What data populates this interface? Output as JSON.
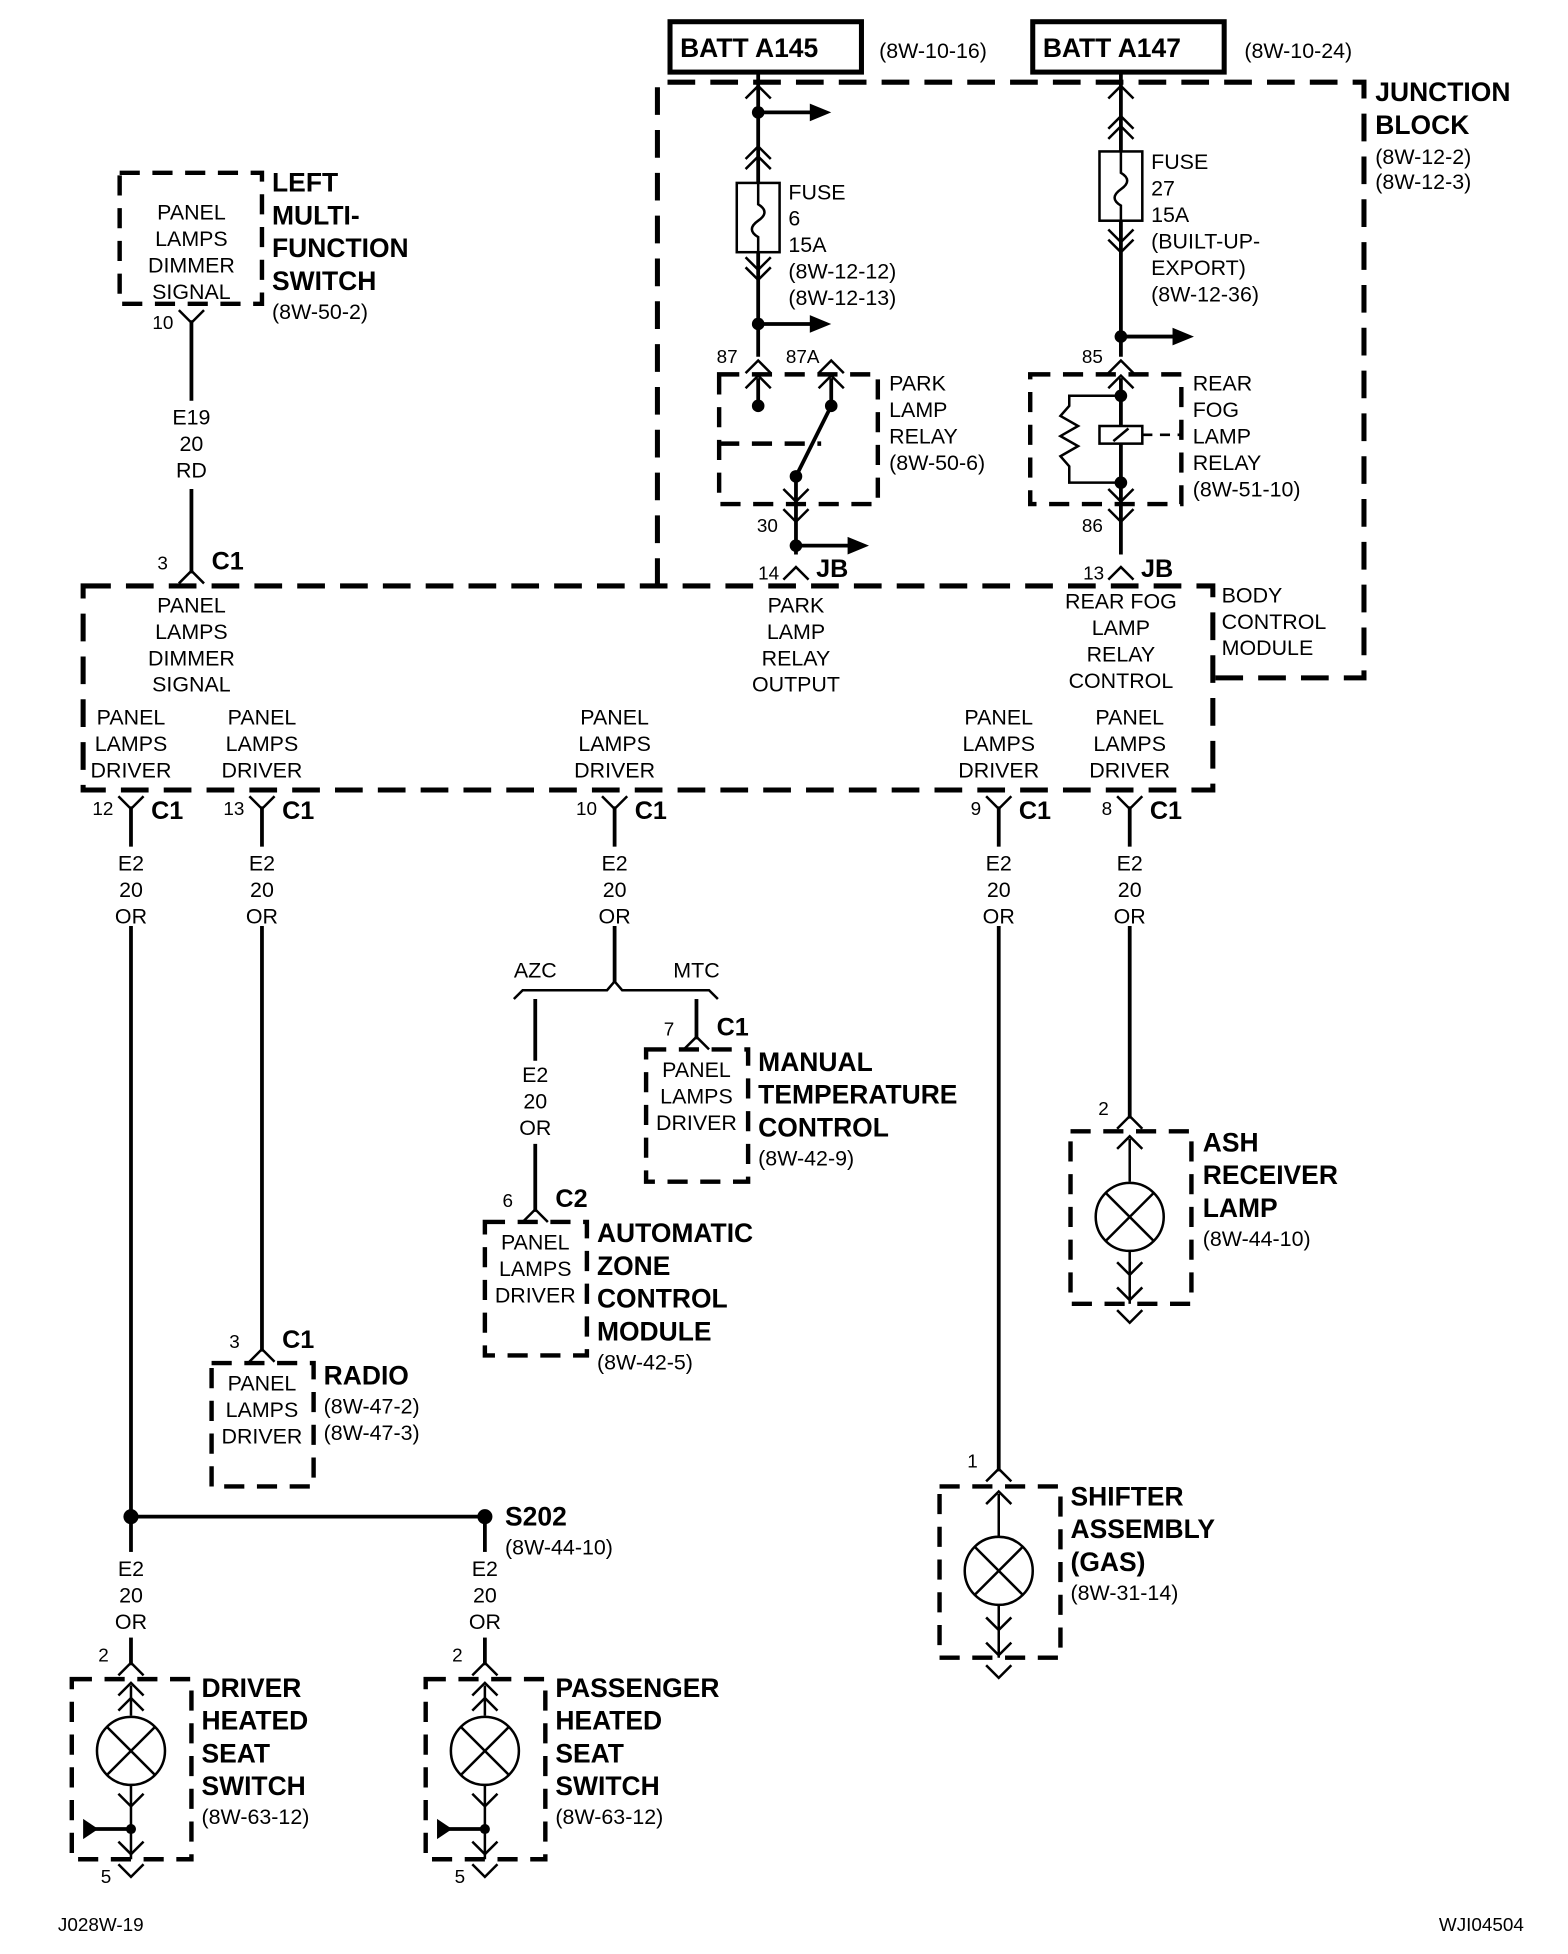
{
  "batteries": [
    {
      "label": "BATT A145",
      "ref": "(8W-10-16)"
    },
    {
      "label": "BATT A147",
      "ref": "(8W-10-24)"
    }
  ],
  "junction_block": {
    "title": [
      "JUNCTION",
      "BLOCK"
    ],
    "refs": [
      "(8W-12-2)",
      "(8W-12-3)"
    ]
  },
  "fuse6": {
    "lines": [
      "FUSE",
      "6",
      "15A",
      "(8W-12-12)",
      "(8W-12-13)"
    ]
  },
  "fuse27": {
    "lines": [
      "FUSE",
      "27",
      "15A",
      "(BUILT-UP-",
      "EXPORT)",
      "(8W-12-36)"
    ]
  },
  "park_relay": {
    "lines": [
      "PARK",
      "LAMP",
      "RELAY",
      "(8W-50-6)"
    ],
    "pins": {
      "p87": "87",
      "p87a": "87A",
      "p30": "30"
    }
  },
  "fog_relay": {
    "lines": [
      "REAR",
      "FOG",
      "LAMP",
      "RELAY",
      "(8W-51-10)"
    ],
    "pins": {
      "p85": "85",
      "p86": "86"
    }
  },
  "lmfs": {
    "inner": [
      "PANEL",
      "LAMPS",
      "DIMMER",
      "SIGNAL"
    ],
    "title": [
      "LEFT",
      "MULTI-",
      "FUNCTION",
      "SWITCH"
    ],
    "ref": "(8W-50-2)",
    "pin": "10"
  },
  "wire_e19": [
    "E19",
    "20",
    "RD"
  ],
  "bcm": {
    "title": [
      "BODY",
      "CONTROL",
      "MODULE"
    ],
    "top_inputs": [
      {
        "pin": "3",
        "conn": "C1",
        "lines": [
          "PANEL",
          "LAMPS",
          "DIMMER",
          "SIGNAL"
        ]
      },
      {
        "pin": "14",
        "conn": "JB",
        "lines": [
          "PARK",
          "LAMP",
          "RELAY",
          "OUTPUT"
        ]
      },
      {
        "pin": "13",
        "conn": "JB",
        "lines": [
          "REAR FOG",
          "LAMP",
          "RELAY",
          "CONTROL"
        ]
      }
    ],
    "outputs": [
      {
        "pin": "12",
        "conn": "C1",
        "lines": [
          "PANEL",
          "LAMPS",
          "DRIVER"
        ]
      },
      {
        "pin": "13",
        "conn": "C1",
        "lines": [
          "PANEL",
          "LAMPS",
          "DRIVER"
        ]
      },
      {
        "pin": "10",
        "conn": "C1",
        "lines": [
          "PANEL",
          "LAMPS",
          "DRIVER"
        ]
      },
      {
        "pin": "9",
        "conn": "C1",
        "lines": [
          "PANEL",
          "LAMPS",
          "DRIVER"
        ]
      },
      {
        "pin": "8",
        "conn": "C1",
        "lines": [
          "PANEL",
          "LAMPS",
          "DRIVER"
        ]
      }
    ]
  },
  "wire_e2": [
    "E2",
    "20",
    "OR"
  ],
  "branch": {
    "left": "AZC",
    "right": "MTC"
  },
  "mtc": {
    "pin": "7",
    "conn": "C1",
    "inner": [
      "PANEL",
      "LAMPS",
      "DRIVER"
    ],
    "title": [
      "MANUAL",
      "TEMPERATURE",
      "CONTROL"
    ],
    "ref": "(8W-42-9)"
  },
  "azc": {
    "pin": "6",
    "conn": "C2",
    "inner": [
      "PANEL",
      "LAMPS",
      "DRIVER"
    ],
    "title": [
      "AUTOMATIC",
      "ZONE",
      "CONTROL",
      "MODULE"
    ],
    "ref": "(8W-42-5)"
  },
  "radio": {
    "pin": "3",
    "conn": "C1",
    "inner": [
      "PANEL",
      "LAMPS",
      "DRIVER"
    ],
    "title": [
      "RADIO"
    ],
    "refs": [
      "(8W-47-2)",
      "(8W-47-3)"
    ]
  },
  "ash": {
    "pin": "2",
    "title": [
      "ASH",
      "RECEIVER",
      "LAMP"
    ],
    "ref": "(8W-44-10)"
  },
  "shifter": {
    "pin": "1",
    "title": [
      "SHIFTER",
      "ASSEMBLY",
      "(GAS)"
    ],
    "ref": "(8W-31-14)"
  },
  "splice": {
    "label": "S202",
    "ref": "(8W-44-10)"
  },
  "driver_seat": {
    "pin_top": "2",
    "pin_bot": "5",
    "title": [
      "DRIVER",
      "HEATED",
      "SEAT",
      "SWITCH"
    ],
    "ref": "(8W-63-12)"
  },
  "pass_seat": {
    "pin_top": "2",
    "pin_bot": "5",
    "title": [
      "PASSENGER",
      "HEATED",
      "SEAT",
      "SWITCH"
    ],
    "ref": "(8W-63-12)"
  },
  "footer": {
    "left": "J028W-19",
    "right": "WJI04504"
  }
}
